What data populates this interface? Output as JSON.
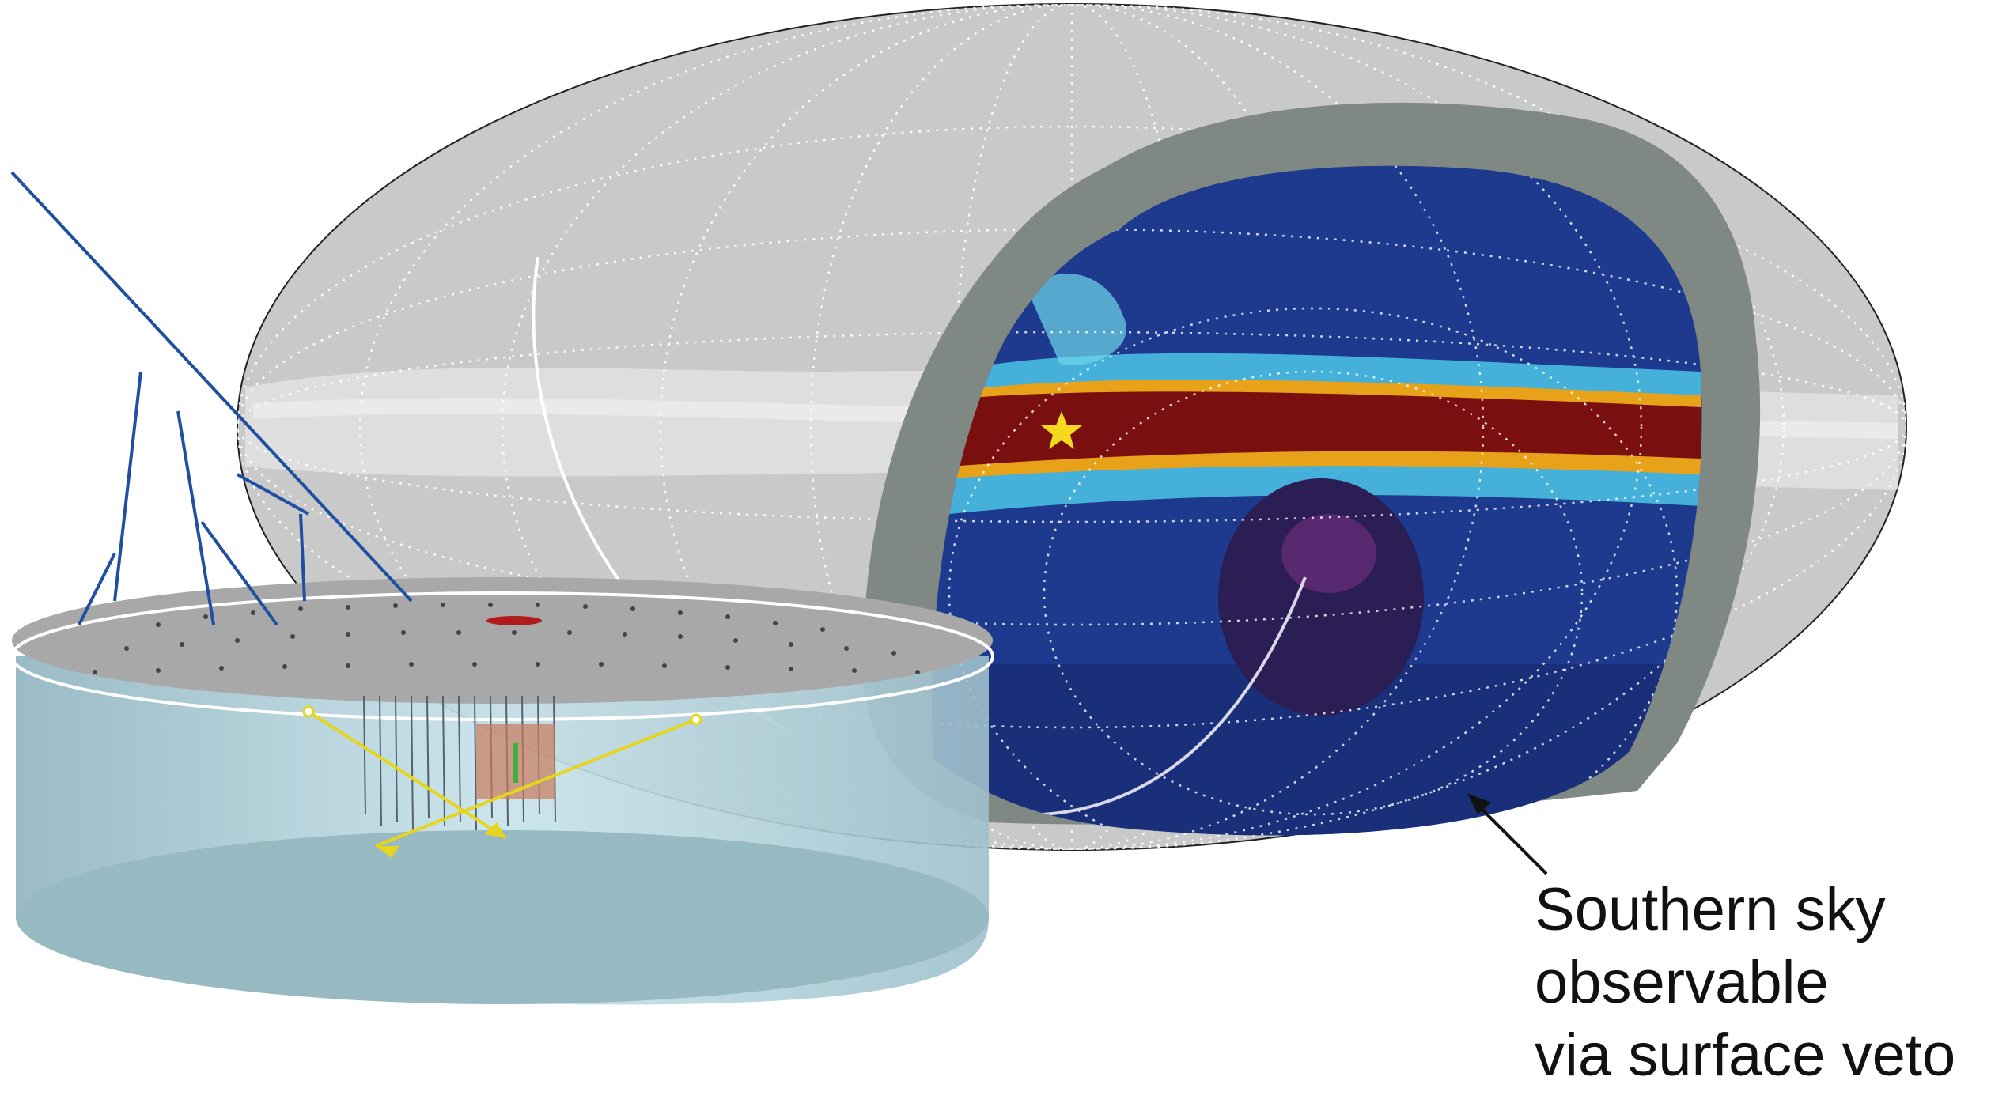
{
  "annotation": {
    "lines": [
      "Southern sky",
      "observable",
      "via surface veto"
    ]
  },
  "colors": {
    "sky_background": "#c9c9c9",
    "veto_band": "#7f8882",
    "map_background": "#1d3a8f",
    "galactic_plane_core": "#7a0f0f",
    "galactic_plane_edge": "#e8a21a",
    "galactic_plane_halo": "#4cc6e8",
    "detector_water": "#a8ccd6",
    "detector_top": "#a8a8a8",
    "shower_lines": "#1e4fa0",
    "muon_tracks": "#e5d51e",
    "highlight_star": "#f5d820"
  },
  "icons": {
    "star": "star-icon",
    "arrow": "arrow-icon"
  }
}
